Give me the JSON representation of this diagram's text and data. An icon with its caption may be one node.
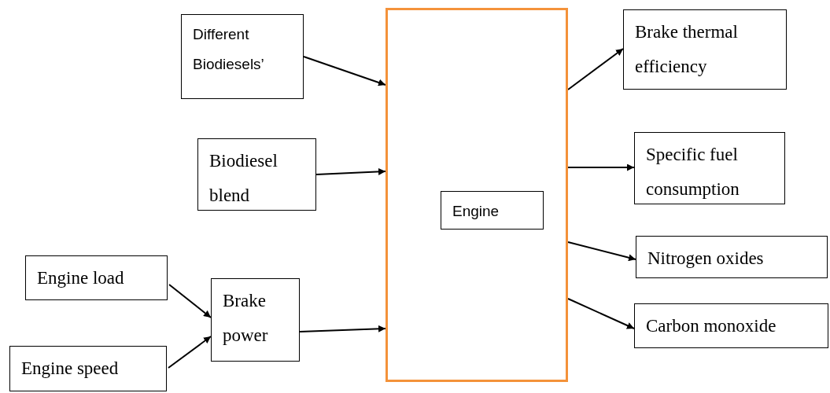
{
  "diagram": {
    "nodes": [
      {
        "text": [
          "Different Biodiesels’"
        ]
      },
      {
        "text": [
          "Biodiesel blend"
        ]
      },
      {
        "text": [
          "Engine load"
        ]
      },
      {
        "text": [
          "Engine speed"
        ]
      },
      {
        "text": [
          "Brake power"
        ]
      },
      {
        "text": [],
        "shape": "box"
      },
      {
        "text": [
          "Engine"
        ],
        "in": 5
      },
      {
        "text": [
          "Brake thermal efficiency"
        ]
      },
      {
        "text": [
          "Specific fuel consumption"
        ]
      },
      {
        "text": [
          "Nitrogen oxides"
        ]
      },
      {
        "text": [
          "Carbon monoxide"
        ]
      }
    ],
    "edges": [
      {
        "from": 0,
        "to": 5,
        "arrow": "to"
      },
      {
        "from": 1,
        "to": 5,
        "arrow": "to"
      },
      {
        "from": 2,
        "to": 4,
        "arrow": "to"
      },
      {
        "from": 3,
        "to": 4,
        "arrow": "to"
      },
      {
        "from": 4,
        "to": 5,
        "arrow": "to"
      },
      {
        "from": 5,
        "to": 7,
        "arrow": "to"
      },
      {
        "from": 5,
        "to": 8,
        "arrow": "to"
      },
      {
        "from": 5,
        "to": 9,
        "arrow": "to"
      },
      {
        "from": 5,
        "to": 10,
        "arrow": "to"
      }
    ]
  }
}
